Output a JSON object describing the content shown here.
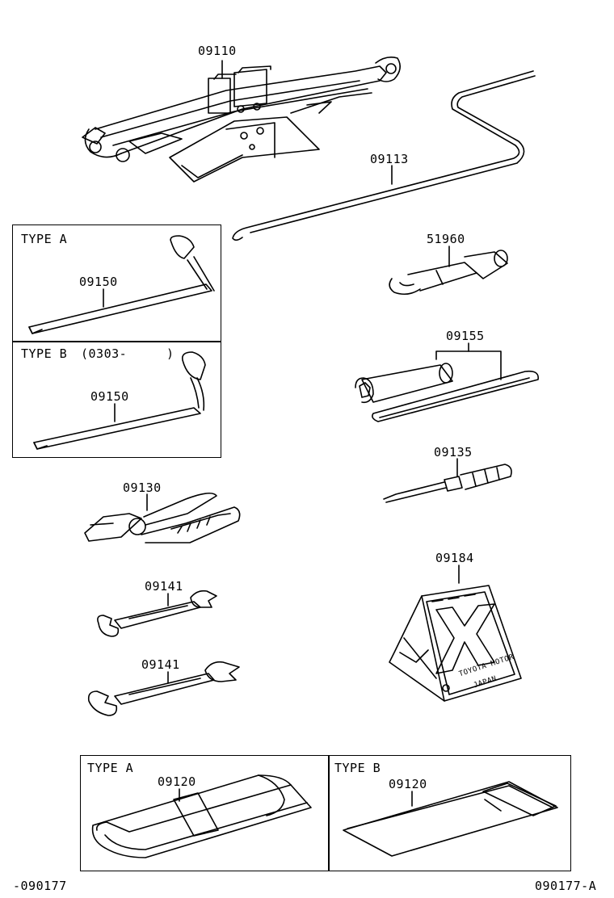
{
  "parts": {
    "jack": "09110",
    "jack_handle": "09113",
    "towing_eye": "51960",
    "wrench_type_a": "09150",
    "wrench_type_b": "09150",
    "plug_wrench": "09155",
    "screwdriver": "09135",
    "pliers": "09130",
    "spanner_1": "09141",
    "spanner_2": "09141",
    "warning_triangle": "09184",
    "tool_bag_type_a": "09120",
    "tool_bag_type_b": "09120"
  },
  "boxes": {
    "wrench_a_title": "TYPE  A",
    "wrench_b_title": "TYPE  B",
    "wrench_b_range_start": "(0303-",
    "wrench_b_range_end": ")",
    "bag_a_title": "TYPE  A",
    "bag_b_title": "TYPE  B"
  },
  "embossed_text": {
    "line1": "TOYOTA MOTOR",
    "line2": "JAPAN"
  },
  "footer": {
    "left_code": "-090177",
    "right_code": "090177-A"
  }
}
